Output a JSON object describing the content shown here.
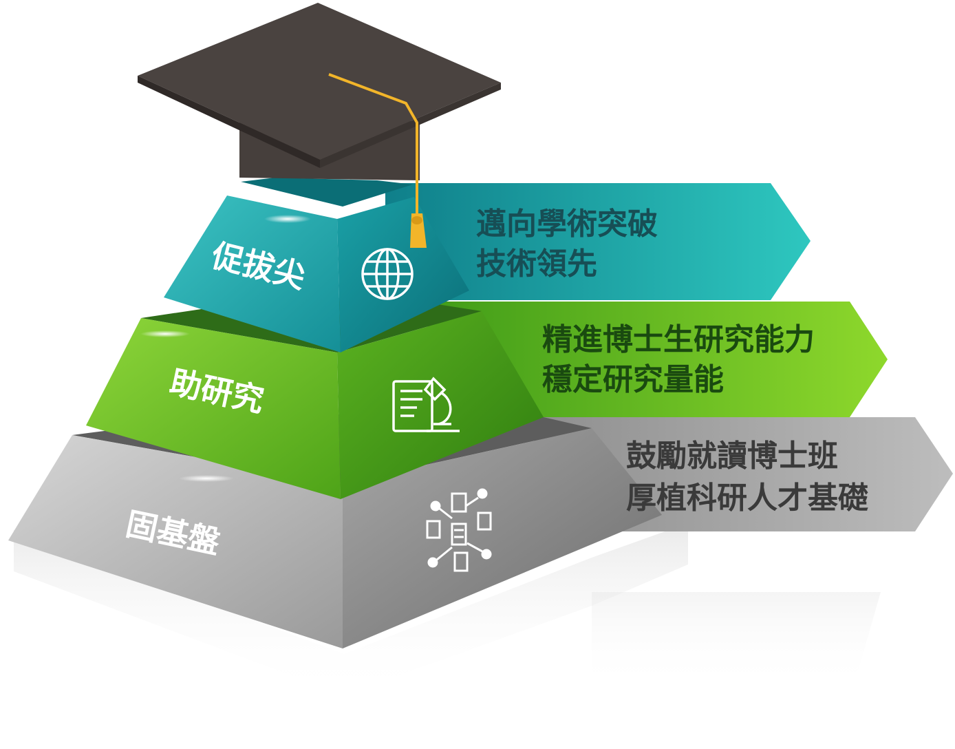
{
  "tiers": [
    {
      "id": "top",
      "label": "促拔尖",
      "lines": [
        "邁向學術突破",
        "技術領先"
      ],
      "icon": "globe-icon",
      "color": "#1fa9ad",
      "text_color": "#174e55"
    },
    {
      "id": "middle",
      "label": "助研究",
      "lines": [
        "精進博士生研究能力",
        "穩定研究量能"
      ],
      "icon": "research-document-microscope-icon",
      "color": "#5cb21f",
      "text_color": "#1a4a10"
    },
    {
      "id": "bottom",
      "label": "固基盤",
      "lines": [
        "鼓勵就讀博士班",
        "厚植科研人才基礎"
      ],
      "icon": "people-documents-network-icon",
      "color": "#9a9a9a",
      "text_color": "#3a3a3a"
    }
  ],
  "decoration": {
    "cap": "graduation-cap-icon",
    "cap_color": "#4a4340",
    "tassel_color": "#f2b52a"
  }
}
